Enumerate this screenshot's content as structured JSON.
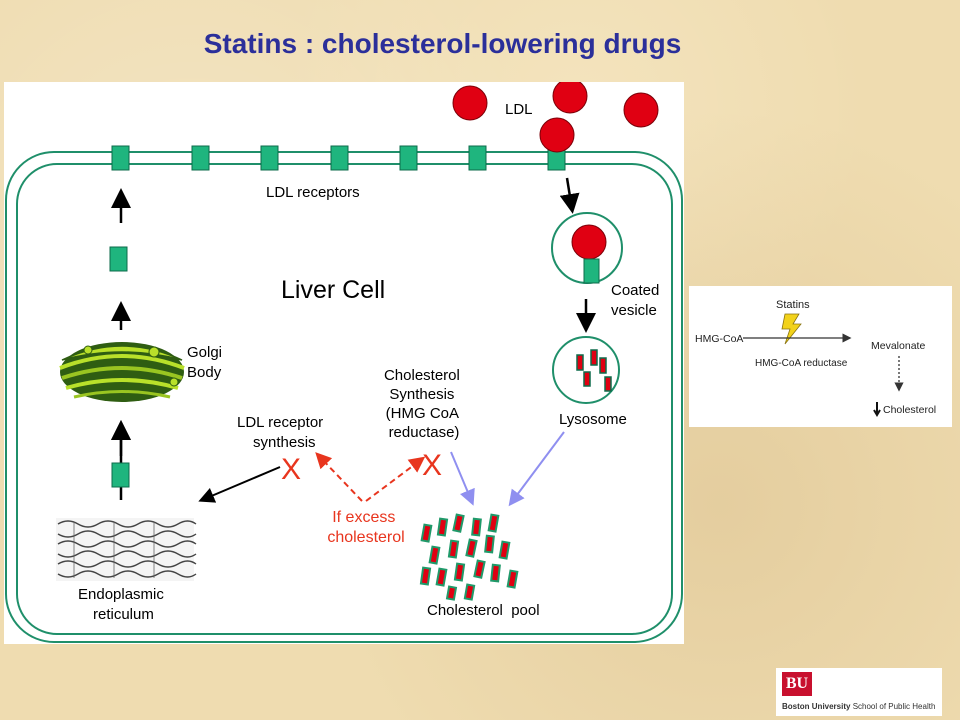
{
  "title": "Statins : cholesterol-lowering drugs",
  "diagram": {
    "cell_label": "Liver Cell",
    "ldl_label": "LDL",
    "ldl_receptors_label": "LDL receptors",
    "coated_vesicle_label": [
      "Coated",
      "vesicle"
    ],
    "golgi_label": [
      "Golgi",
      "Body"
    ],
    "lysosome_label": "Lysosome",
    "cholesterol_synthesis_label": [
      "Cholesterol",
      "Synthesis",
      "(HMG CoA",
      "reductase)"
    ],
    "ldl_receptor_synthesis_label": [
      "LDL receptor",
      "synthesis"
    ],
    "inhibit_mark": "X",
    "excess_label": [
      "If excess",
      "cholesterol"
    ],
    "er_label": [
      "Endoplasmic",
      "reticulum"
    ],
    "pool_label": "Cholesterol  pool"
  },
  "inset": {
    "statins": "Statins",
    "hmg_coa": "HMG-CoA",
    "reductase": "HMG-CoA reductase",
    "mevalonate": "Mevalonate",
    "cholesterol": "Cholesterol"
  },
  "logo": {
    "mark": "BU",
    "name_bold": "Boston University",
    "name_rest": " School of Public Health"
  },
  "colors": {
    "title": "#2b2f9a",
    "membrane": "#1f8f6a",
    "receptor": "#1fb57e",
    "ldl": "#e00012",
    "inhibit": "#e8351e",
    "pathway": "#8f8ff0"
  }
}
